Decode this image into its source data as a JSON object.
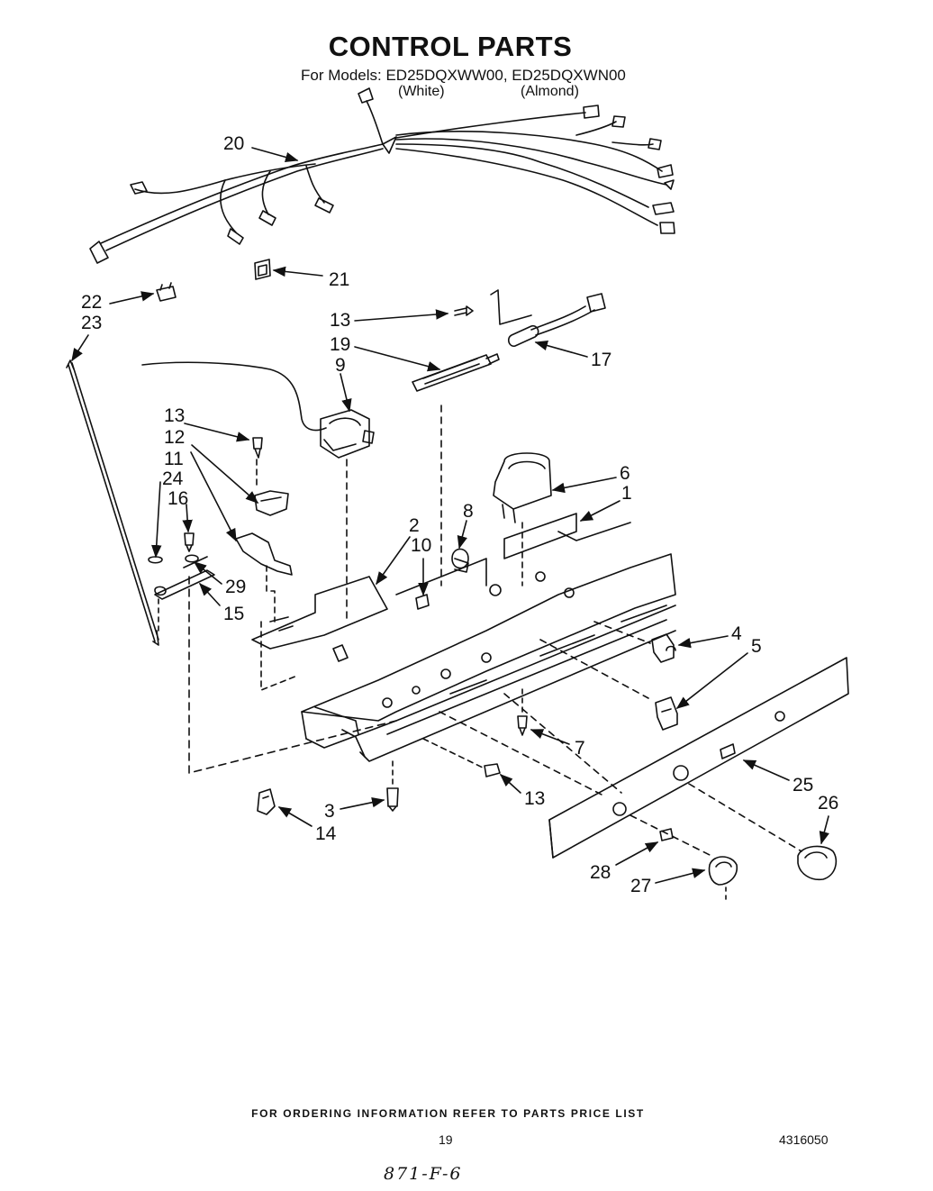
{
  "header": {
    "title": "CONTROL PARTS",
    "subtitle": "For Models: ED25DQXWW00, ED25DQXWN00",
    "variant_white": "(White)",
    "variant_almond": "(Almond)"
  },
  "callouts": {
    "c1": "1",
    "c2": "2",
    "c3": "3",
    "c4": "4",
    "c5": "5",
    "c6": "6",
    "c7": "7",
    "c8": "8",
    "c9": "9",
    "c10": "10",
    "c11": "11",
    "c12": "12",
    "c13a": "13",
    "c13b": "13",
    "c13c": "13",
    "c14": "14",
    "c15": "15",
    "c16": "16",
    "c17": "17",
    "c19": "19",
    "c20": "20",
    "c21": "21",
    "c22": "22",
    "c23": "23",
    "c24": "24",
    "c25": "25",
    "c26": "26",
    "c27": "27",
    "c28": "28",
    "c29": "29"
  },
  "footer": {
    "note": "FOR ORDERING INFORMATION REFER TO PARTS PRICE LIST",
    "page_number": "19",
    "doc_number": "4316050",
    "handwritten_code": "871-F-6"
  }
}
